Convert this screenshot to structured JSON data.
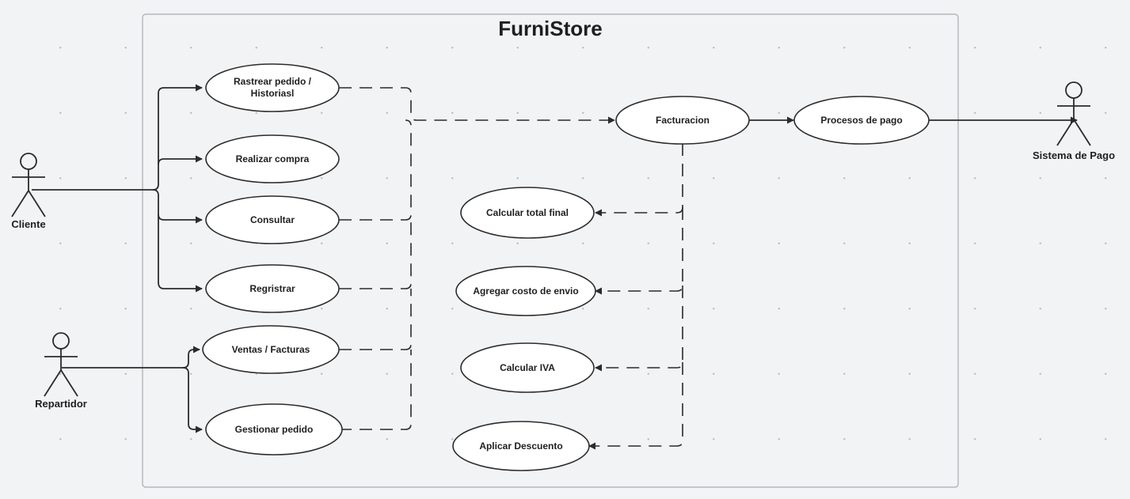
{
  "system": {
    "title": "FurniStore"
  },
  "actors": {
    "cliente": "Cliente",
    "repartidor": "Repartidor",
    "sistema_pago": "Sistema de Pago"
  },
  "use_cases": {
    "rastrear": "Rastrear pedido / Historiasl",
    "realizar_compra": "Realizar compra",
    "consultar": "Consultar",
    "registrar": "Regristrar",
    "ventas": "Ventas / Facturas",
    "gestionar": "Gestionar pedido",
    "facturacion": "Facturacion",
    "procesos_pago": "Procesos de pago",
    "calcular_total": "Calcular total final",
    "costo_envio": "Agregar costo de envio",
    "calcular_iva": "Calcular IVA",
    "descuento": "Aplicar Descuento"
  },
  "colors": {
    "line": "#2b2b2b",
    "ellipse_fill": "#ffffff",
    "system_border": "#a9abb0",
    "background": "#f2f3f5"
  }
}
